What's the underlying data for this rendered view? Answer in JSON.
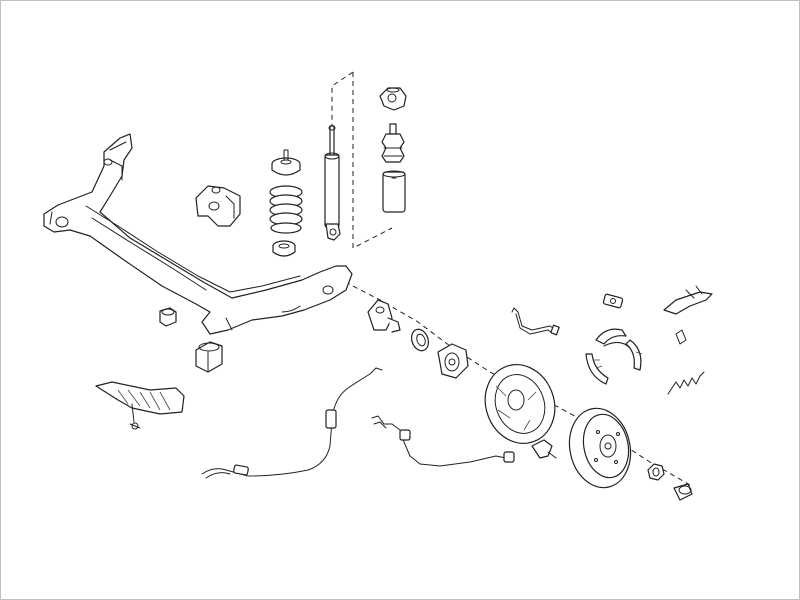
{
  "diagram": {
    "background": "#ffffff",
    "line_color": "#222222",
    "components": [
      {
        "id": "rear-axle-beam",
        "icon": "axle-beam-icon"
      },
      {
        "id": "axle-bushing-small",
        "icon": "bushing-icon"
      },
      {
        "id": "axle-bushing-large",
        "icon": "bushing-icon"
      },
      {
        "id": "underbody-heat-shield",
        "icon": "heat-shield-icon"
      },
      {
        "id": "spring-mount-bracket",
        "icon": "bracket-icon"
      },
      {
        "id": "upper-spring-seat",
        "icon": "spring-seat-icon"
      },
      {
        "id": "coil-spring",
        "icon": "coil-spring-icon"
      },
      {
        "id": "lower-spring-seat",
        "icon": "spring-seat-icon"
      },
      {
        "id": "shock-absorber",
        "icon": "shock-absorber-icon"
      },
      {
        "id": "strut-top-mount",
        "icon": "top-mount-icon"
      },
      {
        "id": "bump-stop",
        "icon": "bump-stop-icon"
      },
      {
        "id": "dust-cover",
        "icon": "dust-cover-icon"
      },
      {
        "id": "stub-axle",
        "icon": "stub-axle-icon"
      },
      {
        "id": "wheel-bearing",
        "icon": "bearing-icon"
      },
      {
        "id": "wheel-hub",
        "icon": "hub-icon"
      },
      {
        "id": "brake-backing-plate",
        "icon": "backing-plate-icon"
      },
      {
        "id": "brake-hose",
        "icon": "brake-hose-icon"
      },
      {
        "id": "wheel-cylinder",
        "icon": "wheel-cylinder-icon"
      },
      {
        "id": "brake-shoes",
        "icon": "brake-shoe-icon"
      },
      {
        "id": "brake-adjuster",
        "icon": "adjuster-icon"
      },
      {
        "id": "brake-return-spring",
        "icon": "return-spring-icon"
      },
      {
        "id": "brake-drum",
        "icon": "brake-drum-icon"
      },
      {
        "id": "axle-nut",
        "icon": "nut-icon"
      },
      {
        "id": "hub-dust-cap",
        "icon": "dust-cap-icon"
      },
      {
        "id": "handbrake-cable",
        "icon": "cable-icon"
      },
      {
        "id": "abs-sensor",
        "icon": "sensor-icon"
      },
      {
        "id": "abs-sensor-bracket",
        "icon": "clip-icon"
      }
    ]
  }
}
